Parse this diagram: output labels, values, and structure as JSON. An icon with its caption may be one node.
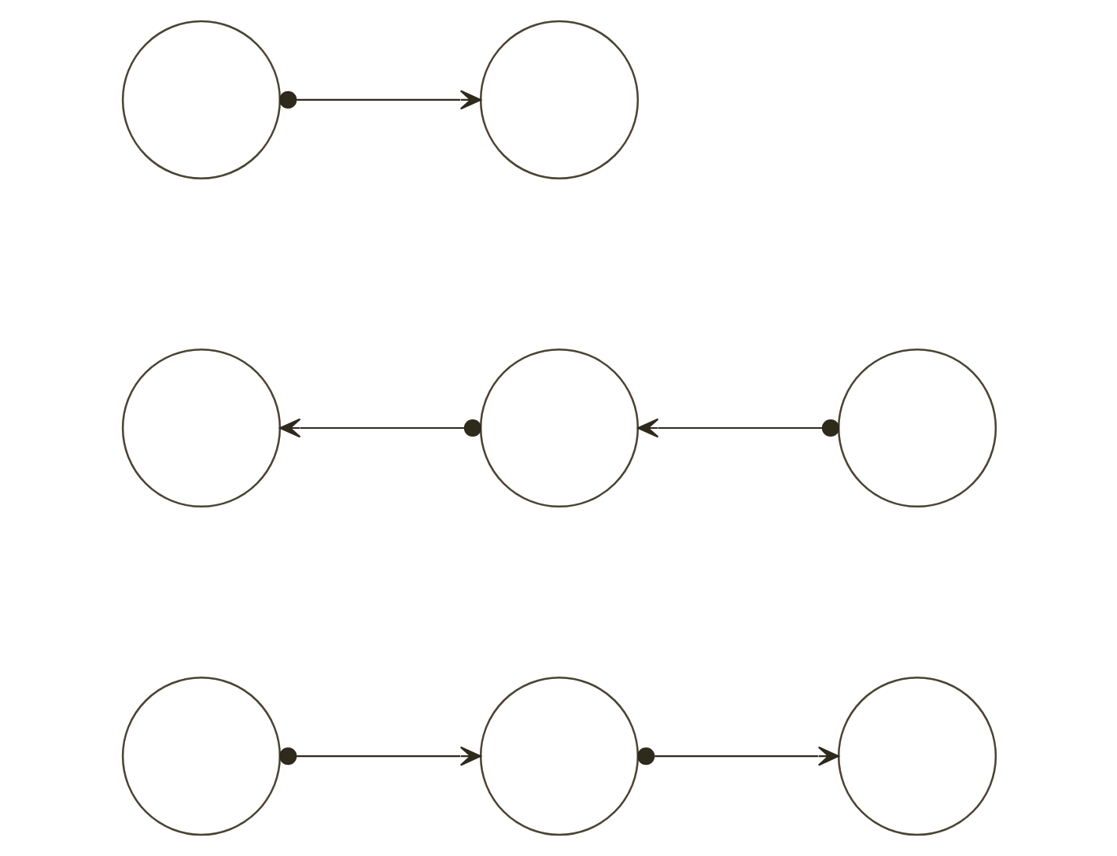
{
  "diagram": {
    "nodes": [
      {
        "text": [],
        "shape": "circle"
      },
      {
        "text": [],
        "shape": "circle"
      },
      {
        "text": [],
        "shape": "circle"
      },
      {
        "text": [],
        "shape": "circle"
      },
      {
        "text": [],
        "shape": "circle"
      },
      {
        "text": [],
        "shape": "circle"
      },
      {
        "text": [],
        "shape": "circle"
      },
      {
        "text": [],
        "shape": "circle"
      }
    ],
    "edges": [
      {
        "from": 0,
        "to": 1,
        "arrow": "to"
      },
      {
        "from": 1,
        "to": 2,
        "arrow": "to"
      },
      {
        "from": 5,
        "to": 4,
        "arrow": "to"
      },
      {
        "from": 4,
        "to": 3,
        "arrow": "to"
      },
      {
        "from": 6,
        "to": 7,
        "arrow": "to"
      }
    ]
  }
}
